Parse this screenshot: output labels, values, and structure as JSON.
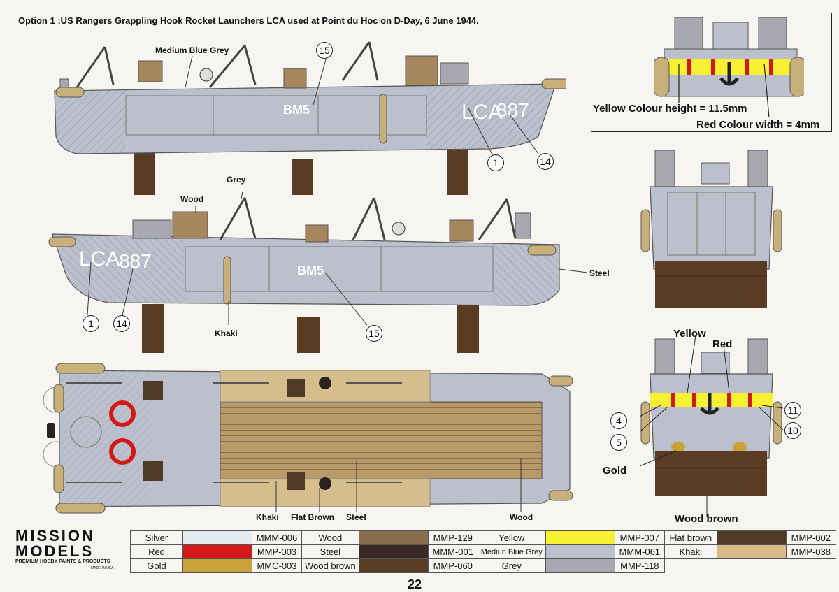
{
  "title": "Option 1 :US Rangers Grappling Hook Rocket Launchers LCA used at Point du Hoc on D-Day, 6 June 1944.",
  "hull_markings": {
    "lca": "LCA",
    "number": "887",
    "code": "BM5"
  },
  "labels": {
    "side1_color": "Medium Blue Grey",
    "side2_grey": "Grey",
    "side2_wood": "Wood",
    "side2_steel": "Steel",
    "side2_khaki": "Khaki",
    "top_khaki": "Khaki",
    "top_flat_brown": "Flat Brown",
    "top_steel": "Steel",
    "top_wood": "Wood",
    "front_yellow": "Yellow",
    "front_red": "Red",
    "front_gold": "Gold",
    "front_wood_brown": "Wood brown"
  },
  "callouts": {
    "c1": "1",
    "c4": "4",
    "c5": "5",
    "c10": "10",
    "c11": "11",
    "c14": "14",
    "c15": "15"
  },
  "info_box": {
    "yellow_height": "Yellow Colour  height = 11.5mm",
    "red_width": "Red Colour width = 4mm"
  },
  "logo": {
    "line1": "MISSION",
    "line2": "MODELS",
    "tagline": "PREMIUM HOBBY PAINTS & PRODUCTS",
    "made": "MADE IN USA"
  },
  "legend": [
    [
      {
        "name": "Silver",
        "color": "#e4ecf0",
        "code": "MMM-006"
      },
      {
        "name": "Wood",
        "color": "#8a6d4c",
        "code": "MMP-129"
      },
      {
        "name": "Yellow",
        "color": "#f7f033",
        "code": "MMP-007"
      },
      {
        "name": "Flat brown",
        "color": "#4f3a26",
        "code": "MMP-002"
      }
    ],
    [
      {
        "name": "Red",
        "color": "#d31818",
        "code": "MMP-003"
      },
      {
        "name": "Steel",
        "color": "#3a2a26",
        "code": "MMM-001"
      },
      {
        "name": "Mediun Blue Grey",
        "color": "#bcc0cd",
        "code": "MMM-061"
      },
      {
        "name": "Khaki",
        "color": "#d9b98a",
        "code": "MMP-038"
      }
    ],
    [
      {
        "name": "Gold",
        "color": "#caa23a",
        "code": "MMC-003"
      },
      {
        "name": "Wood brown",
        "color": "#5a3b24",
        "code": "MMP-060"
      },
      {
        "name": "Grey",
        "color": "#a8a9b0",
        "code": "MMP-118"
      },
      null
    ]
  ],
  "page_number": "22",
  "colors": {
    "hull": "#bcc0cd",
    "wood": "#8a6d4c",
    "khaki": "#c8b07a",
    "flat_brown": "#4f3a26",
    "yellow": "#f7f033",
    "red": "#d31818"
  }
}
